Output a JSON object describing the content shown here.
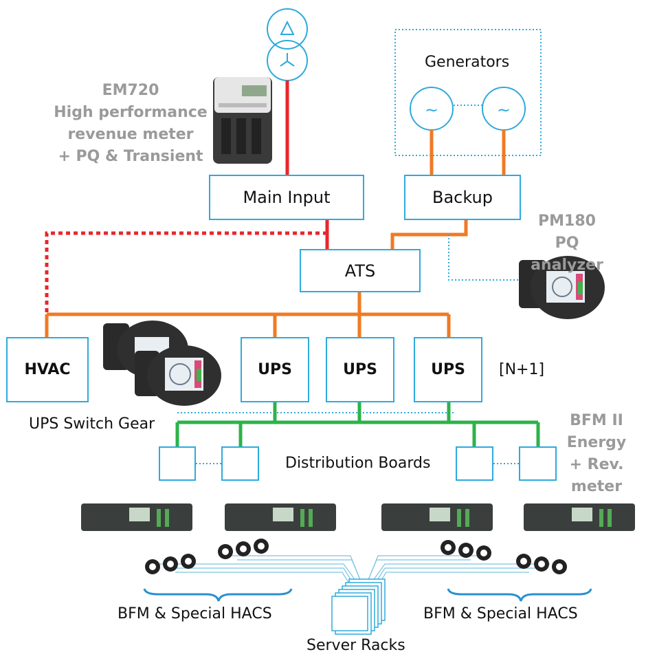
{
  "boxes": {
    "main_input": "Main Input",
    "backup": "Backup",
    "ats": "ATS",
    "hvac": "HVAC",
    "ups_1": "UPS",
    "ups_2": "UPS",
    "ups_3": "UPS"
  },
  "labels": {
    "generators": "Generators",
    "n_plus_1": "[N+1]",
    "ups_switch_gear": "UPS Switch Gear",
    "distribution_boards": "Distribution Boards",
    "bfm_left": "BFM & Special HACS",
    "bfm_right": "BFM & Special HACS",
    "server_racks": "Server Racks"
  },
  "products": {
    "em720": [
      "EM720",
      "High performance",
      "revenue meter",
      "+ PQ & Transient"
    ],
    "pm180": [
      "PM180",
      "PQ analyzer"
    ],
    "bfm2": [
      "BFM II",
      "Energy",
      "+ Rev.",
      "meter"
    ]
  },
  "colors": {
    "utility_feed": "#e8262b",
    "backup_feed": "#f07a23",
    "distribution_feed": "#2cb34a",
    "box_border": "#2eaadc",
    "product_label": "#9a9a9a"
  }
}
